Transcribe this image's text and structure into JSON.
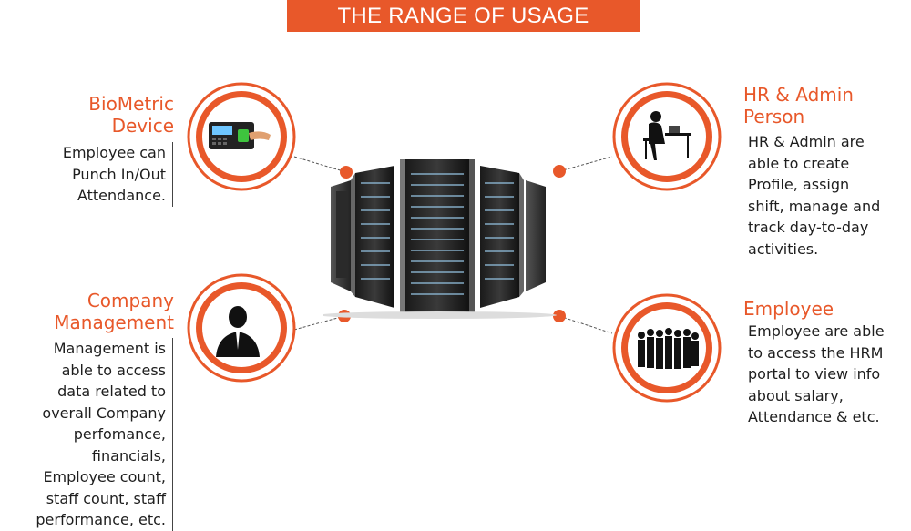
{
  "banner": {
    "title": "THE RANGE OF USAGE"
  },
  "colors": {
    "accent": "#e8582a",
    "dark": "#1e1e1e"
  },
  "sections": {
    "biometric": {
      "heading_lines": [
        "BioMetric",
        "Device"
      ],
      "desc_lines": [
        "Employee can",
        "Punch In/Out",
        "Attendance."
      ],
      "icon": "biometric-device-icon"
    },
    "company": {
      "heading_lines": [
        "Company",
        "Management"
      ],
      "desc_lines": [
        "Management is",
        "able to access",
        "data related to",
        "overall Company",
        "perfomance,",
        "financials,",
        "Employee count,",
        "staff count, staff",
        "performance, etc."
      ],
      "icon": "businessman-icon"
    },
    "hr": {
      "heading_lines": [
        "HR & Admin",
        "Person"
      ],
      "desc_lines": [
        "HR & Admin are",
        "able to create",
        "Profile, assign",
        "shift, manage and",
        "track day-to-day",
        "activities."
      ],
      "icon": "person-at-desk-icon"
    },
    "employee": {
      "heading_lines": [
        "Employee"
      ],
      "desc_lines": [
        "Employee are able",
        "to access the HRM",
        "portal to view info",
        "about salary,",
        "Attendance & etc."
      ],
      "icon": "group-of-people-icon"
    }
  },
  "center": {
    "icon": "server-racks-icon"
  }
}
